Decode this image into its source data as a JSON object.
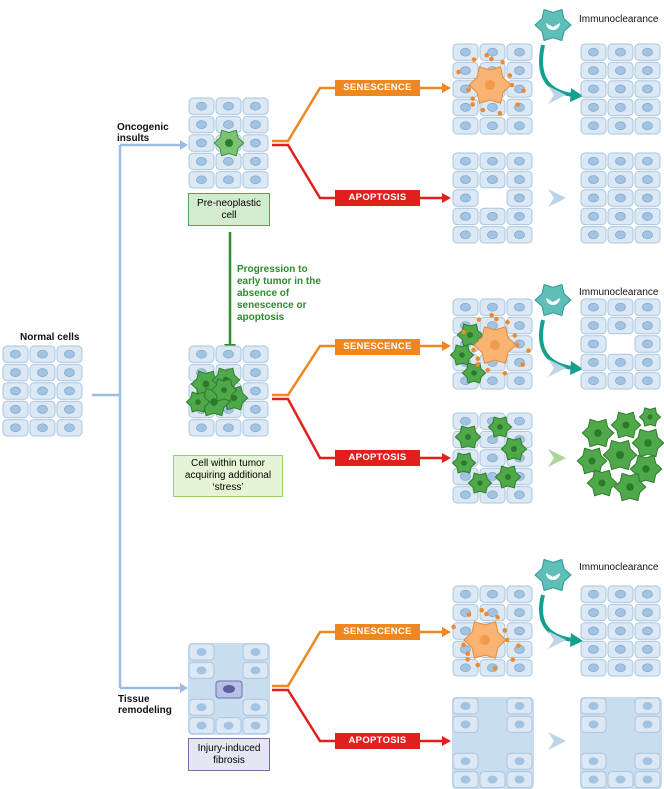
{
  "labels": {
    "normal_cells": "Normal cells",
    "oncogenic_insults": "Oncogenic insults",
    "tissue_remodeling": "Tissue remodeling",
    "pre_neoplastic": "Pre-neoplastic cell",
    "tumor_cell": "Cell within tumor acquiring additional ‘stress’",
    "fibrosis": "Injury-induced fibrosis",
    "progression": "Progression to early tumor in the absence of senescence or apoptosis"
  },
  "branches": [
    {
      "senescence": "SENESCENCE",
      "apoptosis": "APOPTOSIS",
      "immunoclearance": "Immunoclearance"
    },
    {
      "senescence": "SENESCENCE",
      "apoptosis": "APOPTOSIS",
      "immunoclearance": "Immunoclearance"
    },
    {
      "senescence": "SENESCENCE",
      "apoptosis": "APOPTOSIS",
      "immunoclearance": "Immunoclearance"
    }
  ],
  "colors": {
    "senescence": "#f0861e",
    "apoptosis": "#e1201e",
    "progression": "#2e8b2e",
    "immune_cell": "#5fbfb8",
    "normal_cell": "#dce9f5",
    "pre_neoplastic_box": "#d4ebcf",
    "tumor_box": "#e6f4d6",
    "fibrosis_box": "#e4e6f3"
  }
}
